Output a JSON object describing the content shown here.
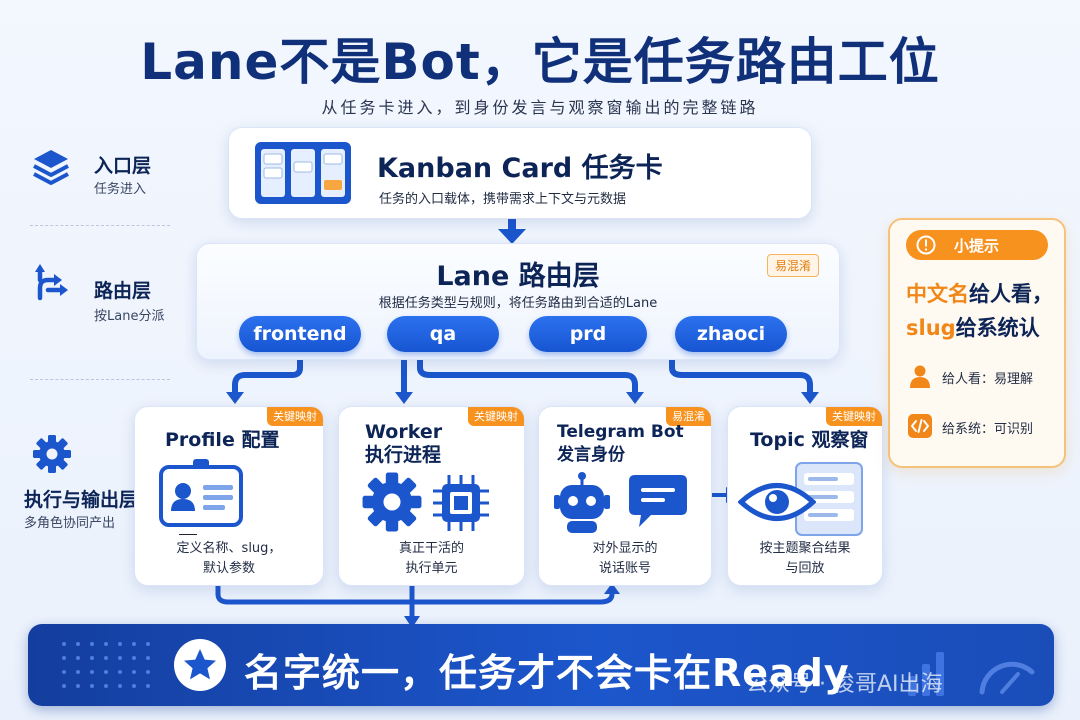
{
  "title": "Lane不是Bot，它是任务路由工位",
  "subtitle": "从任务卡进入，到身份发言与观察窗输出的完整链路",
  "layers": {
    "entry": {
      "label": "入口层",
      "desc": "任务进入"
    },
    "routing": {
      "label": "路由层",
      "desc": "按Lane分派"
    },
    "exec": {
      "label": "执行与输出层",
      "desc": "多角色协同产出"
    }
  },
  "kanban": {
    "title": "Kanban Card 任务卡",
    "desc": "任务的入口载体，携带需求上下文与元数据"
  },
  "lane": {
    "title": "Lane 路由层",
    "desc": "根据任务类型与规则，将任务路由到合适的Lane",
    "tag": "易混淆",
    "pills": [
      "frontend",
      "qa",
      "prd",
      "zhaoci"
    ]
  },
  "boxes": {
    "profile": {
      "tag": "关键映射",
      "title": "Profile 配置",
      "desc1": "定义名称、slug，",
      "desc2": "默认参数"
    },
    "worker": {
      "tag": "关键映射",
      "title1": "Worker",
      "title2": "执行进程",
      "desc1": "真正干活的",
      "desc2": "执行单元"
    },
    "telegram": {
      "tag": "易混淆",
      "title1": "Telegram Bot",
      "title2": "发言身份",
      "desc1": "对外显示的",
      "desc2": "说话账号"
    },
    "topic": {
      "tag": "关键映射",
      "title": "Topic 观察窗",
      "desc1": "按主题聚合结果",
      "desc2": "与回放"
    }
  },
  "tip": {
    "header": "小提示",
    "line1_accent": "中文名",
    "line1_rest": "给人看，",
    "line2_accent": "slug",
    "line2_rest": "给系统认",
    "item1": "给人看：易理解",
    "item2": "给系统：可识别"
  },
  "bottom": {
    "slogan": "名字统一，任务才不会卡在Ready"
  },
  "watermark": "公众号 · 俊哥AI出海",
  "colors": {
    "primary": "#1c56cc",
    "navy": "#10307a",
    "orange": "#f7921e",
    "tip_border": "#f6c27a"
  },
  "icons": [
    "layers-icon",
    "routing-icon",
    "gear-icon",
    "kanban-icon",
    "id-card-icon",
    "chip-icon",
    "robot-icon",
    "chat-icon",
    "eye-icon",
    "star-icon",
    "person-icon",
    "code-icon",
    "alert-icon"
  ]
}
